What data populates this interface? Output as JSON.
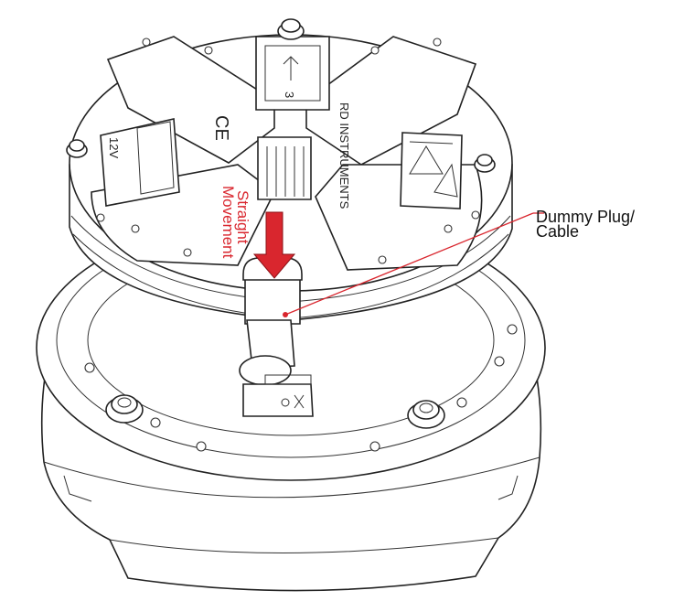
{
  "callout": {
    "label_line1": "Dummy Plug/",
    "label_line2": "Cable",
    "line_color": "#d9262e"
  },
  "movement": {
    "label_line1": "Straight",
    "label_line2": "Movement",
    "color": "#d9262e",
    "arrow_icon": "down-arrow-icon"
  },
  "housing_text": {
    "brand": "RD INSTRUMENTS",
    "voltage": "12V",
    "ce_mark": "CE",
    "beam_number": "3"
  }
}
